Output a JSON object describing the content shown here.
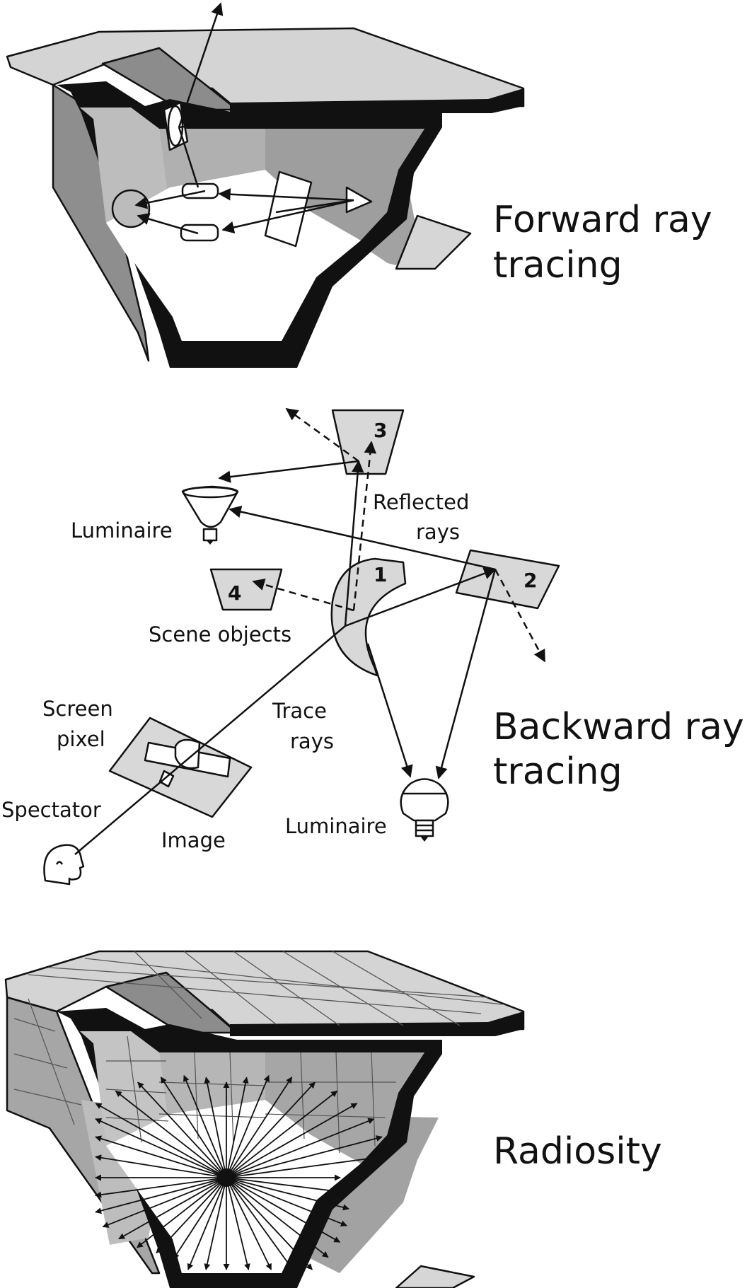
{
  "panels": {
    "forward": {
      "title_line1": "Forward ray",
      "title_line2": "tracing"
    },
    "backward": {
      "title_line1": "Backward ray",
      "title_line2": "tracing"
    },
    "radiosity": {
      "title": "Radiosity"
    }
  },
  "backward_labels": {
    "reflected_line1": "Reflected",
    "reflected_line2": "rays",
    "luminaire_top": "Luminaire",
    "scene_objects": "Scene objects",
    "screen_line1": "Screen",
    "screen_line2": "pixel",
    "trace_line1": "Trace",
    "trace_line2": "rays",
    "spectator": "Spectator",
    "image": "Image",
    "luminaire_bottom": "Luminaire"
  },
  "scene_objects": [
    {
      "id": "object-1",
      "label": "1"
    },
    {
      "id": "object-2",
      "label": "2"
    },
    {
      "id": "object-3",
      "label": "3"
    },
    {
      "id": "object-4",
      "label": "4"
    }
  ],
  "colors": {
    "ink": "#111111",
    "light_gray": "#d8d8d8",
    "mid_gray": "#a8a8a8",
    "dark_gray": "#8a8a8a",
    "white": "#ffffff"
  }
}
